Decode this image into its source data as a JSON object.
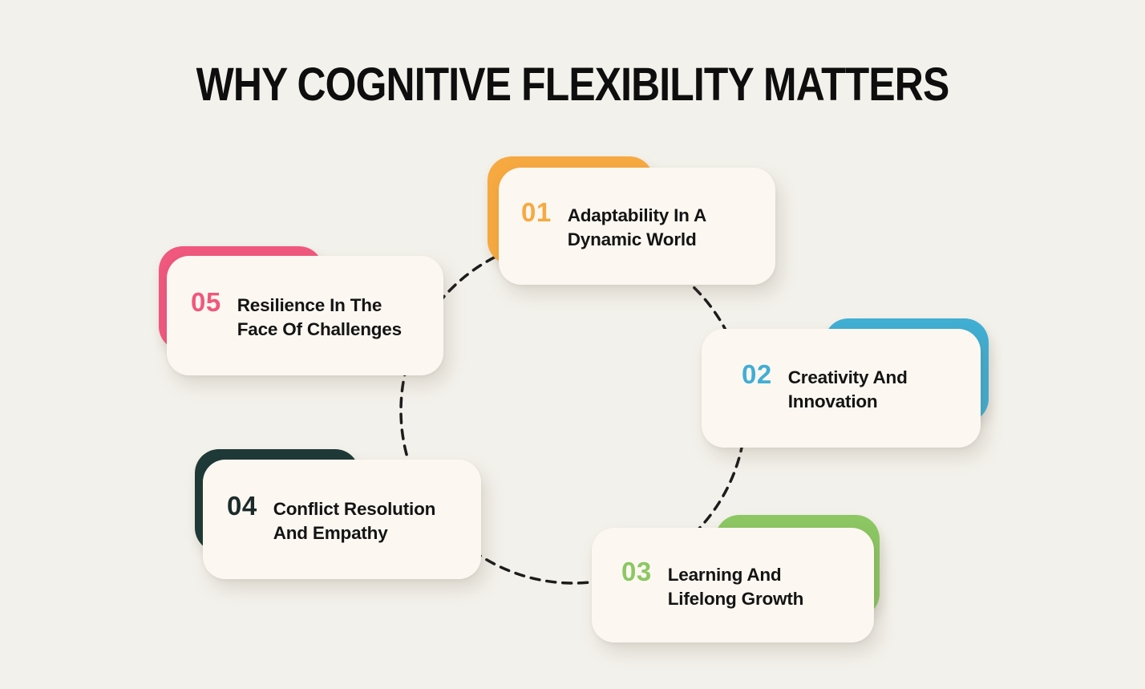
{
  "page": {
    "title": "WHY COGNITIVE FLEXIBILITY MATTERS",
    "background_color": "#F3F1EB",
    "card_color": "#FCF8F1",
    "text_color": "#141414",
    "connector": {
      "shape": "dashed-circle",
      "color": "#1C1C1C"
    }
  },
  "cards": [
    {
      "number": "01",
      "accent": "#F7A941",
      "number_color": "#F7A941",
      "label_lines": [
        "Adaptability In A",
        "Dynamic World"
      ]
    },
    {
      "number": "02",
      "accent": "#41AED3",
      "number_color": "#41AED3",
      "label_lines": [
        "Creativity And",
        "Innovation"
      ]
    },
    {
      "number": "03",
      "accent": "#8CC763",
      "number_color": "#8CC763",
      "label_lines": [
        "Learning And",
        "Lifelong Growth"
      ]
    },
    {
      "number": "04",
      "accent": "#1E3937",
      "number_color": "#1C2B2A",
      "label_lines": [
        "Conflict Resolution",
        "And Empathy"
      ]
    },
    {
      "number": "05",
      "accent": "#F0587E",
      "number_color": "#F0587E",
      "label_lines": [
        "Resilience In The",
        "Face Of Challenges"
      ]
    }
  ]
}
